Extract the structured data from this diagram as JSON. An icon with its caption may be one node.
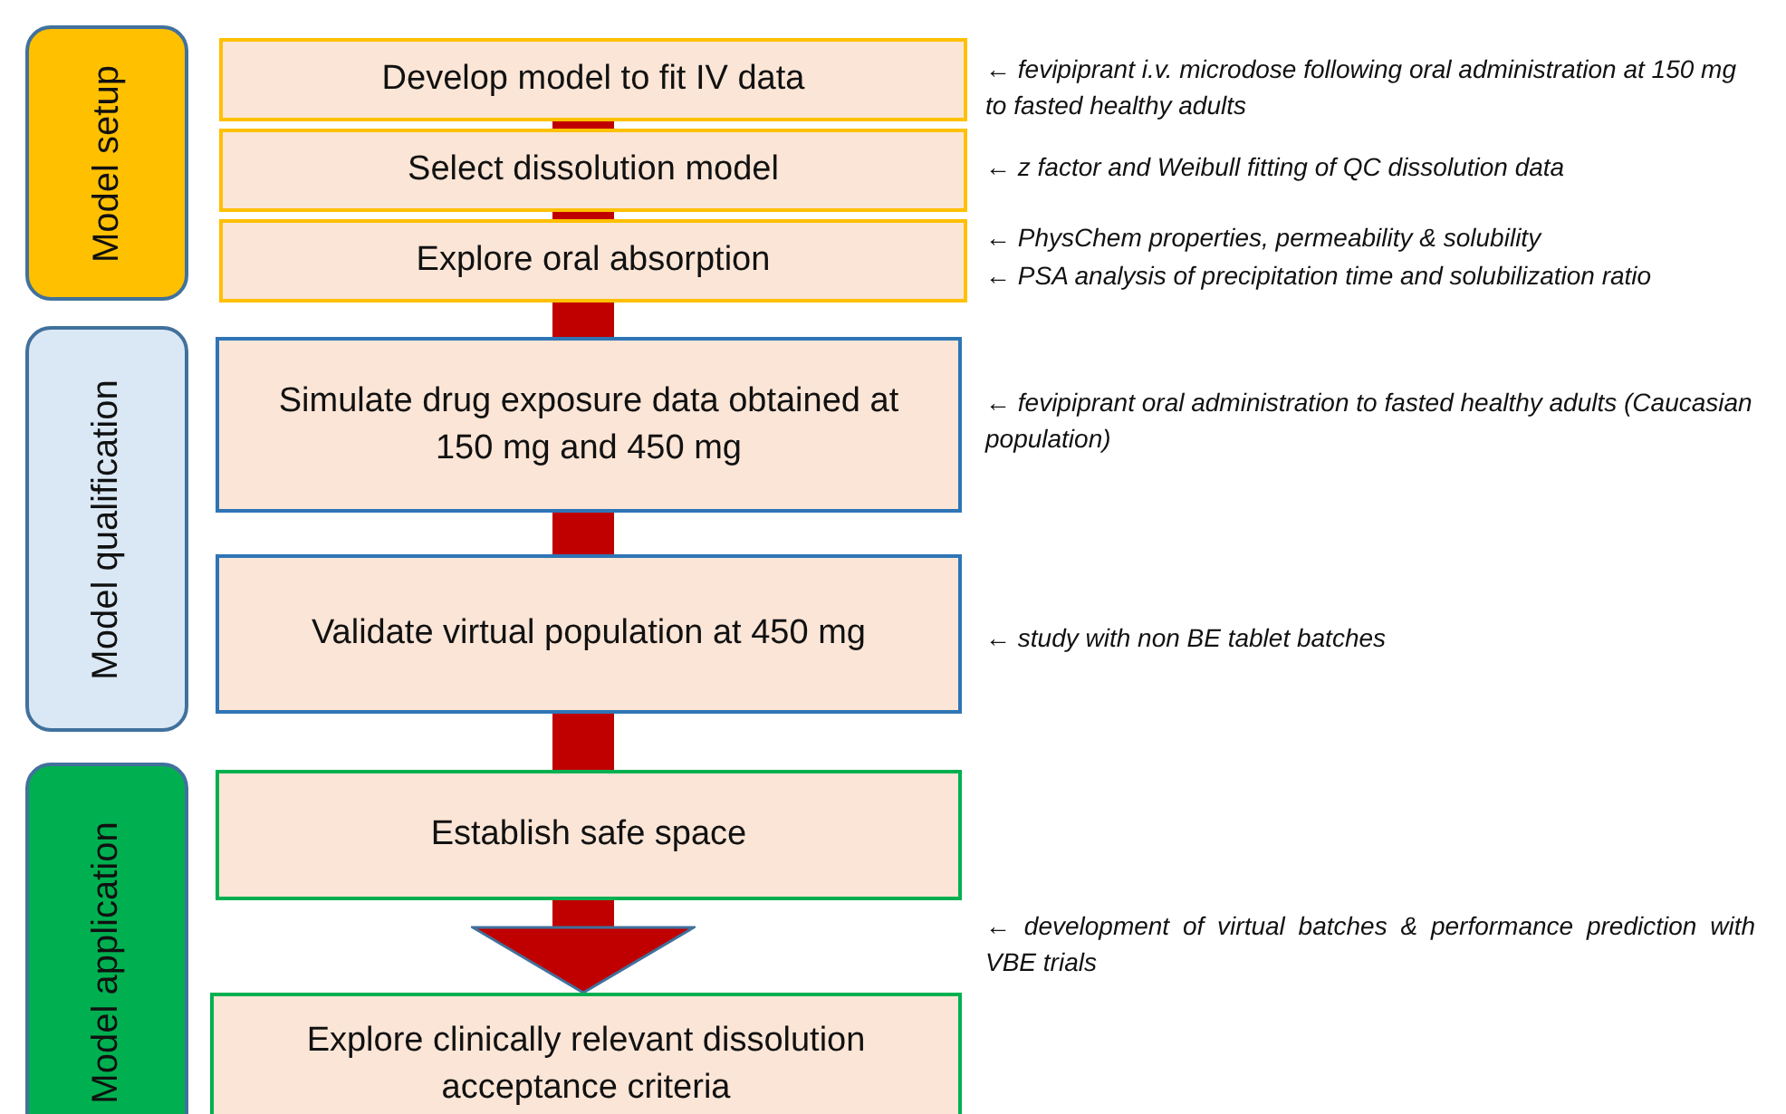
{
  "diagram": {
    "nodes": [
      {
        "text": [
          "Model setup"
        ]
      },
      {
        "text": [
          "Develop model to fit IV data"
        ],
        "beside": [
          "← fevipiprant i.v. microdose following oral administration at 150 mg to fasted healthy adults"
        ]
      },
      {
        "text": [
          "Select dissolution model"
        ],
        "beside": [
          "← z factor and Weibull fitting of QC dissolution data"
        ]
      },
      {
        "text": [
          "Explore oral absorption"
        ],
        "beside": [
          "← PhysChem properties, permeability & solubility",
          "← PSA analysis of precipitation time and solubilization ratio"
        ]
      },
      {
        "text": [
          "Model qualification"
        ]
      },
      {
        "text": [
          "Simulate drug exposure data obtained at 150 mg and 450 mg"
        ],
        "beside": [
          "← fevipiprant oral administration to fasted healthy adults (Caucasian population)"
        ]
      },
      {
        "text": [
          "Validate virtual population at 450 mg"
        ],
        "beside": [
          "← study with non BE tablet batches"
        ]
      },
      {
        "text": [
          "Model application"
        ]
      },
      {
        "text": [
          "Establish safe space"
        ]
      },
      {
        "text": [
          "Explore clinically relevant dissolution acceptance criteria"
        ]
      }
    ],
    "edges": [
      {
        "from": 1,
        "to": 2,
        "arrow": "none"
      },
      {
        "from": 2,
        "to": 3,
        "arrow": "none"
      },
      {
        "from": 3,
        "to": 5,
        "arrow": "none"
      },
      {
        "from": 5,
        "to": 6,
        "arrow": "none"
      },
      {
        "from": 6,
        "to": 8,
        "arrow": "none"
      },
      {
        "from": 8,
        "to": 9,
        "arrow": "to"
      }
    ],
    "labels": [
      "← development of virtual batches & performance prediction with VBE trials"
    ]
  }
}
